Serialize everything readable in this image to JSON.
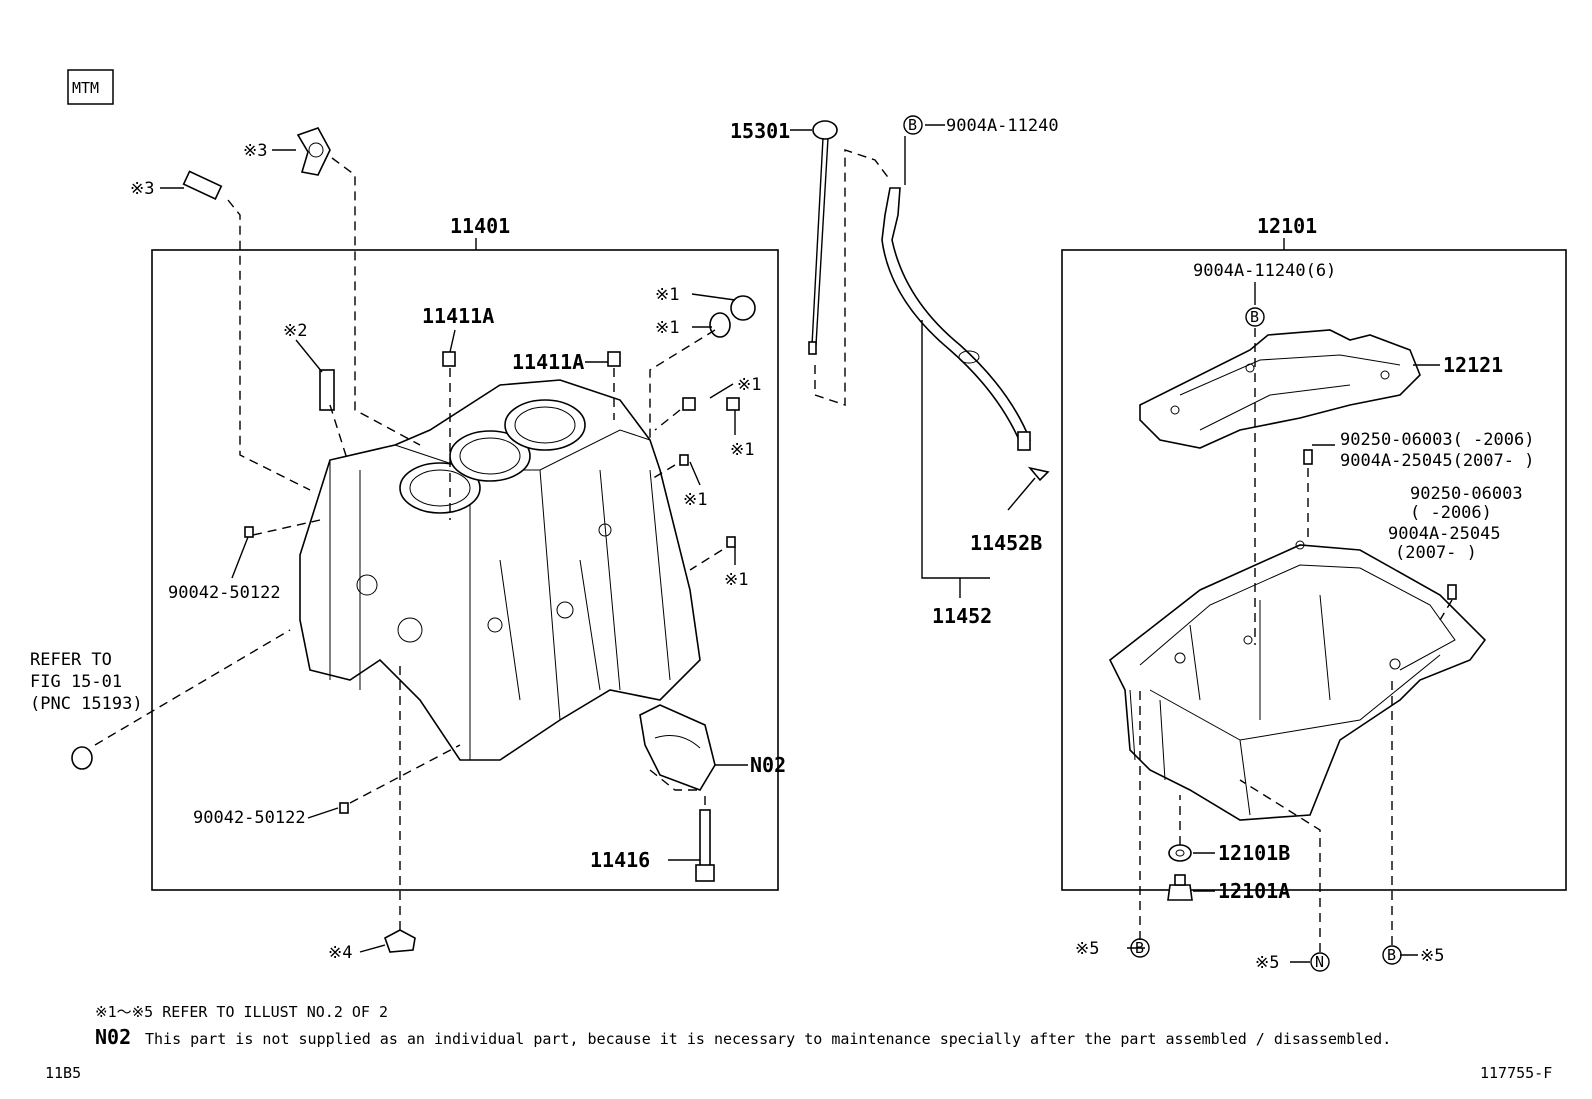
{
  "badge": "MTM",
  "groups": {
    "block": "11401",
    "pan": "12101",
    "gauge_guide": "11452"
  },
  "parts": {
    "p15301": "15301",
    "p9004a_11240": "9004A-11240",
    "p11411a_1": "11411A",
    "p11411a_2": "11411A",
    "p90042_1": "90042-50122",
    "p90042_2": "90042-50122",
    "p11416": "11416",
    "n02": "N02",
    "p11452b": "11452B",
    "p12121": "12121",
    "p9004a_11240_6": "9004A-11240(6)",
    "p12101b": "12101B",
    "p12101a": "12101A",
    "bolt_a_1": "90250-06003(      -2006)",
    "bolt_a_2": "9004A-25045(2007-      )",
    "bolt_b_1": "90250-06003",
    "bolt_b_2": "(      -2006)",
    "bolt_b_3": "9004A-25045",
    "bolt_b_4": "(2007-      )"
  },
  "refs": {
    "ref1": "※1",
    "ref2": "※2",
    "ref3": "※3",
    "ref4": "※4",
    "ref5": "※5"
  },
  "refer_to": [
    "REFER TO",
    "FIG 15-01",
    "(PNC 15193)"
  ],
  "circle_marks": {
    "b": "B",
    "n": "N"
  },
  "notes": {
    "line1": "※1～※5 REFER TO ILLUST NO.2 OF 2",
    "n02_code": "N02",
    "n02_text": "This part is not supplied as an individual part, because it is necessary to maintenance specially after the part assembled / disassembled."
  },
  "footer": {
    "left": "11B5",
    "right": "117755-F"
  }
}
